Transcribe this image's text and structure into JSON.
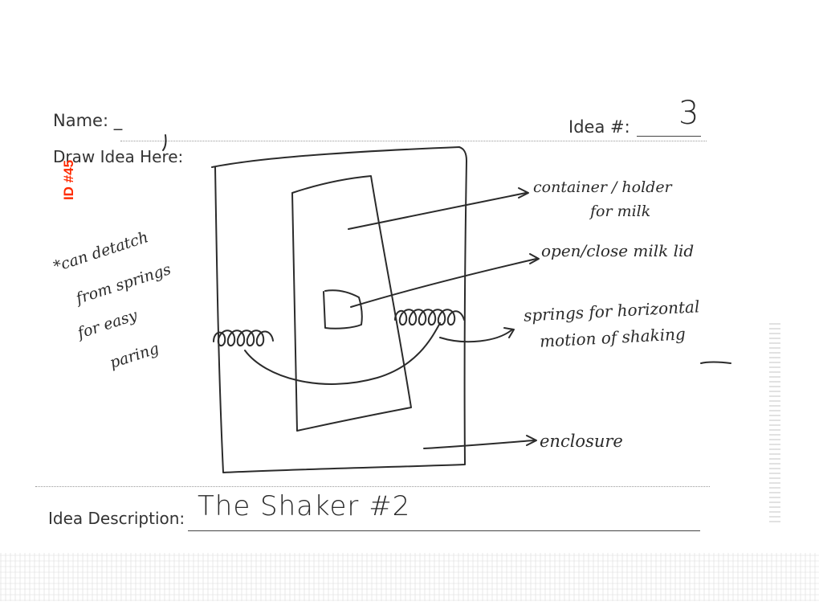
{
  "form": {
    "name_label": "Name:",
    "name_value": "_",
    "idea_label": "Idea #:",
    "idea_value": "3",
    "draw_label": "Draw Idea Here:",
    "description_label": "Idea Description:",
    "description_value": "The Shaker #2"
  },
  "stamp": {
    "id_text": "ID #45",
    "color": "#ff2a00"
  },
  "annotations": {
    "container": [
      "container / holder",
      "for milk"
    ],
    "lid": "open/close milk lid",
    "springs": [
      "springs for horizontal",
      "motion of shaking"
    ],
    "enclosure": "enclosure",
    "side_note": [
      "*can detatch",
      "from springs",
      "for easy",
      "paring"
    ]
  }
}
